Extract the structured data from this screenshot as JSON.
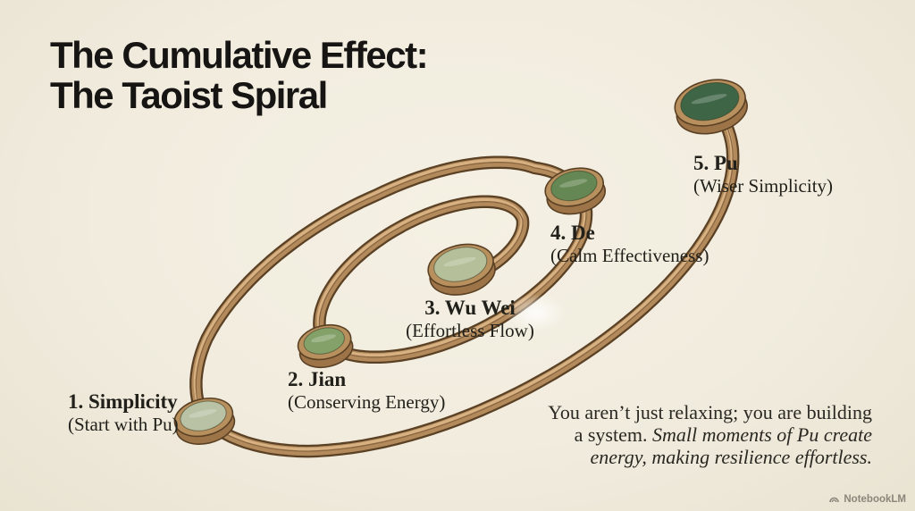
{
  "title": {
    "line1": "The Cumulative Effect:",
    "line2": "The Taoist Spiral"
  },
  "nodes": [
    {
      "name": "1. Simplicity",
      "subtitle": "(Start with Pu)",
      "disc_color": "#b9c2a4"
    },
    {
      "name": "2. Jian",
      "subtitle": "(Conserving Energy)",
      "disc_color": "#84a169"
    },
    {
      "name": "3. Wu Wei",
      "subtitle": "(Effortless Flow)",
      "disc_color": "#b5bf99"
    },
    {
      "name": "4. De",
      "subtitle": "(Calm Effectiveness)",
      "disc_color": "#648753"
    },
    {
      "name": "5. Pu",
      "subtitle": "(Wiser Simplicity)",
      "disc_color": "#3e6546"
    }
  ],
  "quote": {
    "line1": "You aren’t just relaxing; you are building",
    "line2_regular": "a system.",
    "line2_italic": " Small moments of Pu create",
    "line3_italic": "energy, making resilience effortless."
  },
  "watermark": {
    "label": "NotebookLM"
  },
  "colors": {
    "background": "#f1ecde",
    "wood_dark": "#5a4024",
    "wood_mid": "#b28a5b",
    "wood_light": "#d7b181",
    "wood_seam": "#8a6540",
    "rim_wood": "#b8905e",
    "side_wood": "#9c7448",
    "title_text": "#161513",
    "label_text": "#21201a"
  }
}
